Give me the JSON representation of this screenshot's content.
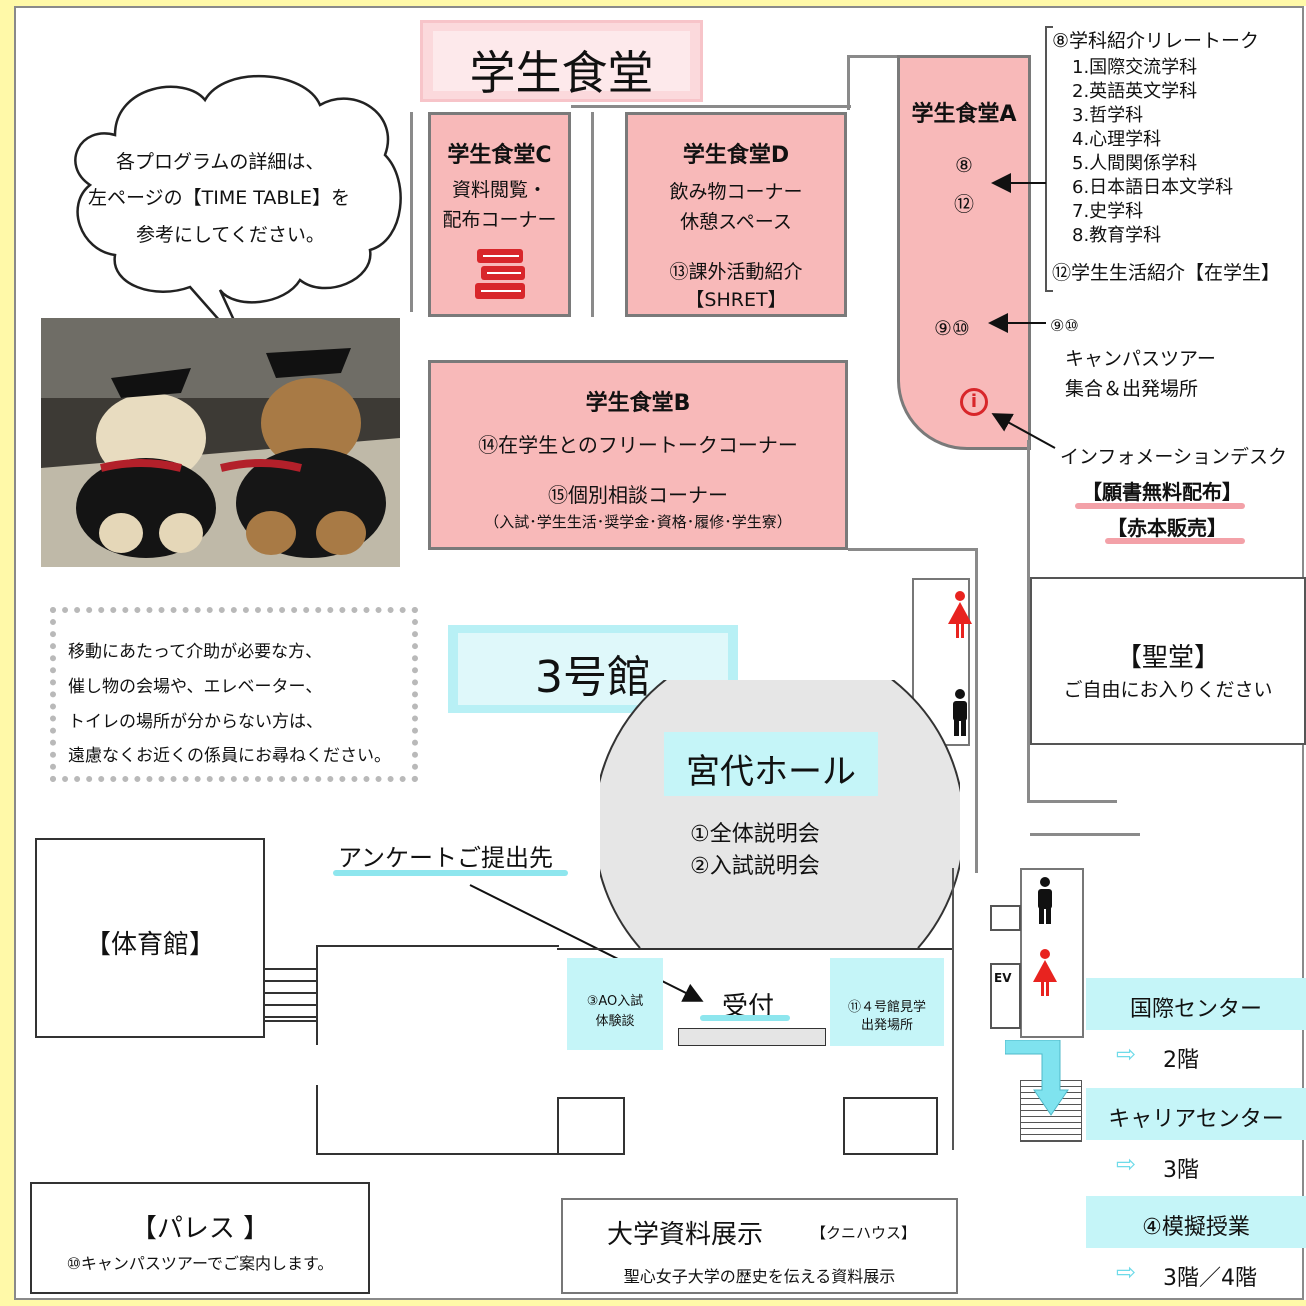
{
  "header": {
    "cafeteria_title": "学生食堂",
    "building_title": "3号館"
  },
  "speech_bubble": {
    "line1": "各プログラムの詳細は、",
    "line2": "左ページの【TIME TABLE】を",
    "line3": "参考にしてください。"
  },
  "cafeteria_c": {
    "name": "学生食堂C",
    "line1": "資料閲覧・",
    "line2": "配布コーナー",
    "icon": "books-icon"
  },
  "cafeteria_d": {
    "name": "学生食堂D",
    "line1": "飲み物コーナー",
    "line2": "休憩スペース",
    "line3": "⑬課外活動紹介",
    "line4": "【SHRET】"
  },
  "cafeteria_a": {
    "name": "学生食堂A",
    "mark1": "⑧",
    "mark2": "⑫",
    "mark3": "⑨⑩",
    "info_icon": "ⓘ"
  },
  "cafeteria_b": {
    "name": "学生食堂B",
    "line1": "⑭在学生とのフリートークコーナー",
    "line2": "⑮個別相談コーナー",
    "line3": "（入試･学生生活･奨学金･資格･履修･学生寮）"
  },
  "relay_talk": {
    "title": "⑧学科紹介リレートーク",
    "items": [
      "1.国際交流学科",
      "2.英語英文学科",
      "3.哲学科",
      "4.心理学科",
      "5.人間関係学科",
      "6.日本語日本文学科",
      "7.史学科",
      "8.教育学科"
    ],
    "student_life": "⑫学生生活紹介【在学生】"
  },
  "tour": {
    "mark": "⑨⑩",
    "line1": "キャンパスツアー",
    "line2": "集合＆出発場所"
  },
  "info_desk": {
    "line1": "インフォメーションデスク",
    "line2": "【願書無料配布】",
    "line3": "【赤本販売】"
  },
  "notice": {
    "line1": "移動にあたって介助が必要な方、",
    "line2": "催し物の会場や、エレベーター、",
    "line3": "トイレの場所が分からない方は、",
    "line4": "遠慮なくお近くの係員にお尋ねください。"
  },
  "chapel": {
    "name": "【聖堂】",
    "note": "ご自由にお入りください"
  },
  "hall": {
    "name": "宮代ホール",
    "line1": "①全体説明会",
    "line2": "②入試説明会"
  },
  "survey": {
    "label": "アンケートご提出先"
  },
  "gym": {
    "name": "【体育館】"
  },
  "reception": {
    "label": "受付"
  },
  "ao": {
    "line1": "③AO入試",
    "line2": "体験談"
  },
  "bldg4": {
    "line1": "⑪４号館見学",
    "line2": "出発場所"
  },
  "elevator": {
    "label": "EV"
  },
  "intl_center": {
    "name": "国際センター",
    "floor": "2階"
  },
  "career_center": {
    "name": "キャリアセンター",
    "floor": "3階"
  },
  "mock_class": {
    "name": "④模擬授業",
    "floor": "3階／4階"
  },
  "palace": {
    "name": "【パレス 】",
    "note": "⑩キャンパスツアーでご案内します。"
  },
  "exhibit": {
    "title": "大学資料展示",
    "sub": "【クニハウス】",
    "note": "聖心女子大学の歴史を伝える資料展示"
  },
  "colors": {
    "room_pink": "#f8b9b9",
    "label_cyan": "#c5f5f8",
    "border_yellow": "#fff9a8",
    "restroom_female": "#e8231f",
    "restroom_male": "#111111",
    "arrow_cyan": "#7fe3ef"
  }
}
